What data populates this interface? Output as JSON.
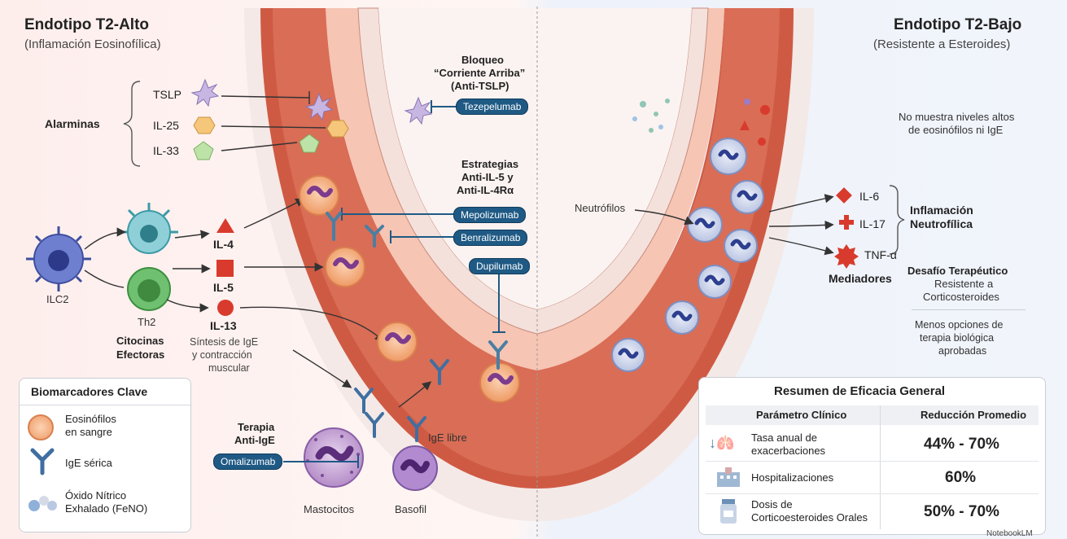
{
  "left": {
    "title": "Endotipo T2-Alto",
    "subtitle": "(Inflamación Eosinofílica)",
    "alarminas_label": "Alarminas",
    "alarminas": [
      "TSLP",
      "IL-25",
      "IL-33"
    ],
    "cells": {
      "ilc2": "ILC2",
      "th2": "Th2"
    },
    "cytokines": [
      "IL-4",
      "IL-5",
      "IL-13"
    ],
    "effector_label_1": "Citocinas",
    "effector_label_2": "Efectoras",
    "ige_synthesis_1": "Síntesis de IgE",
    "ige_synthesis_2": "y contracción",
    "ige_synthesis_3": "muscular",
    "upstream_1": "Bloqueo",
    "upstream_2": "“Corriente Arriba”",
    "upstream_3": "(Anti-TSLP)",
    "strategies_1": "Estrategias",
    "strategies_2": "Anti-IL-5 y",
    "strategies_3": "Anti-IL-4Rα",
    "anti_ige_1": "Terapia",
    "anti_ige_2": "Anti-IgE",
    "drugs": {
      "tezepelumab": "Tezepelumab",
      "mepolizumab": "Mepolizumab",
      "benralizumab": "Benralizumab",
      "dupilumab": "Dupilumab",
      "omalizumab": "Omalizumab"
    },
    "mastocitos": "Mastocitos",
    "basofil": "Basofil",
    "ige_libre": "IgE libre"
  },
  "biomarkers": {
    "title": "Biomarcadores Clave",
    "items": [
      {
        "line1": "Eosinófilos",
        "line2": "en sangre",
        "icon": "eosinophil-icon"
      },
      {
        "line1": "IgE sérica",
        "line2": "",
        "icon": "antibody-icon"
      },
      {
        "line1": "Óxido Nítrico",
        "line2": "Exhalado (FeNO)",
        "icon": "molecule-icon"
      }
    ]
  },
  "right": {
    "title": "Endotipo T2-Bajo",
    "subtitle": "(Resistente a Esteroides)",
    "note_1": "No muestra niveles altos",
    "note_2": "de eosinófilos ni IgE",
    "neutrofilos": "Neutrófilos",
    "mediators": [
      "IL-6",
      "IL-17",
      "TNF-α"
    ],
    "mediadores_label": "Mediadores",
    "inflammation_1": "Inflamación",
    "inflammation_2": "Neutrofílica",
    "challenge_title": "Desafío Terapéutico",
    "challenge_1": "Resistente a",
    "challenge_2": "Corticosteroides",
    "fewer_1": "Menos opciones de",
    "fewer_2": "terapia biológica",
    "fewer_3": "aprobadas"
  },
  "summary": {
    "title": "Resumen de Eficacia General",
    "col1": "Parámetro Clínico",
    "col2": "Reducción Promedio",
    "rows": [
      {
        "param_1": "Tasa anual de",
        "param_2": "exacerbaciones",
        "value": "44% - 70%",
        "icon": "lungs-icon"
      },
      {
        "param_1": "Hospitalizaciones",
        "param_2": "",
        "value": "60%",
        "icon": "hospital-icon"
      },
      {
        "param_1": "Dosis de",
        "param_2": "Corticoesteroides Orales",
        "value": "50% - 70%",
        "icon": "pill-bottle-icon"
      }
    ]
  },
  "watermark": "NotebookLM",
  "colors": {
    "drug_pill": "#1f5a85",
    "muscle": "#c9533f",
    "eosinophil": "#f3a574",
    "neutrophil": "#c7d0ea"
  }
}
